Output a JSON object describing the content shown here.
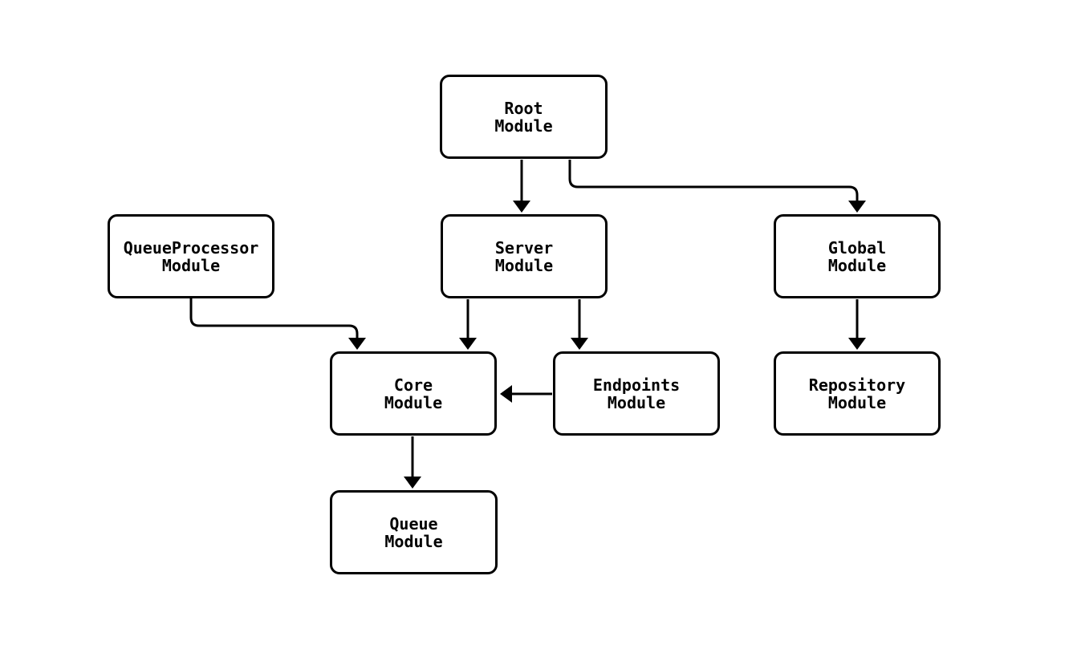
{
  "diagram": {
    "type": "flowchart",
    "background": "#ffffff",
    "nodes": [
      {
        "id": "root",
        "label": "Root\nModule"
      },
      {
        "id": "queueprocessor",
        "label": "QueueProcessor\nModule"
      },
      {
        "id": "server",
        "label": "Server\nModule"
      },
      {
        "id": "global",
        "label": "Global\nModule"
      },
      {
        "id": "core",
        "label": "Core\nModule"
      },
      {
        "id": "endpoints",
        "label": "Endpoints\nModule"
      },
      {
        "id": "repository",
        "label": "Repository\nModule"
      },
      {
        "id": "queue",
        "label": "Queue\nModule"
      }
    ],
    "edges": [
      {
        "from": "Root Module",
        "to": "Server Module"
      },
      {
        "from": "Root Module",
        "to": "Global Module"
      },
      {
        "from": "QueueProcessor Module",
        "to": "Core Module"
      },
      {
        "from": "Server Module",
        "to": "Core Module"
      },
      {
        "from": "Server Module",
        "to": "Endpoints Module"
      },
      {
        "from": "Endpoints Module",
        "to": "Core Module"
      },
      {
        "from": "Global Module",
        "to": "Repository Module"
      },
      {
        "from": "Core Module",
        "to": "Queue Module"
      }
    ],
    "colors": {
      "node_border": "#000000",
      "node_fill": "#ffffff",
      "edge": "#000000",
      "text": "#000000",
      "background": "#ffffff"
    }
  }
}
